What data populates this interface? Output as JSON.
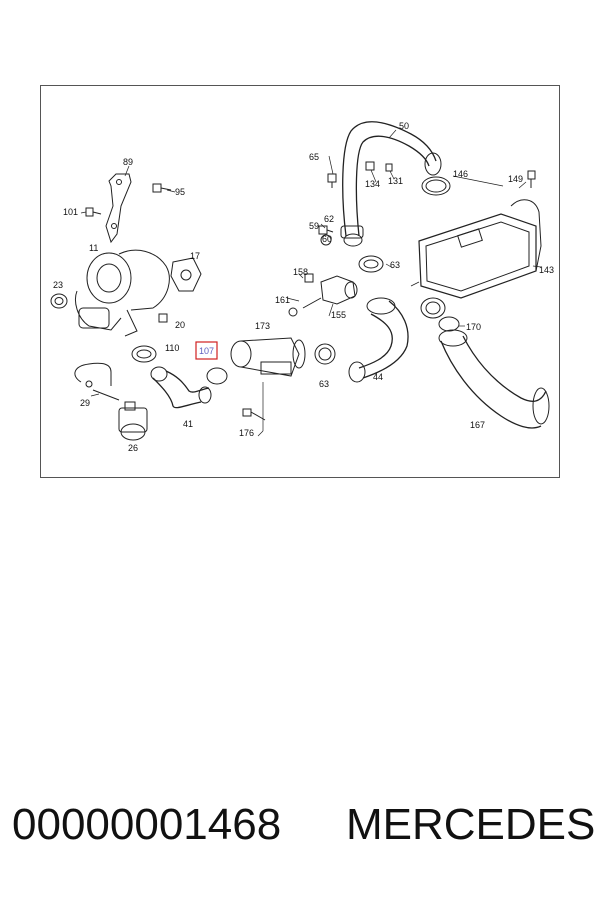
{
  "diagram": {
    "highlight_color": "#d02020",
    "callouts": {
      "c50": "50",
      "c65": "65",
      "c89": "89",
      "c95": "95",
      "c101": "101",
      "c134": "134",
      "c131": "131",
      "c146": "146",
      "c149": "149",
      "c11": "11",
      "c17": "17",
      "c59": "59",
      "c62": "62",
      "c60": "60",
      "c158": "158",
      "c63a": "63",
      "c143": "143",
      "c23": "23",
      "c161": "161",
      "c155": "155",
      "c20": "20",
      "c173": "173",
      "c170": "170",
      "c110": "110",
      "c107": "107",
      "c63b": "63",
      "c44": "44",
      "c29": "29",
      "c41": "41",
      "c176": "176",
      "c167": "167",
      "c26": "26"
    }
  },
  "footer": {
    "part_number": "00000001468",
    "brand": "MERCEDES"
  }
}
